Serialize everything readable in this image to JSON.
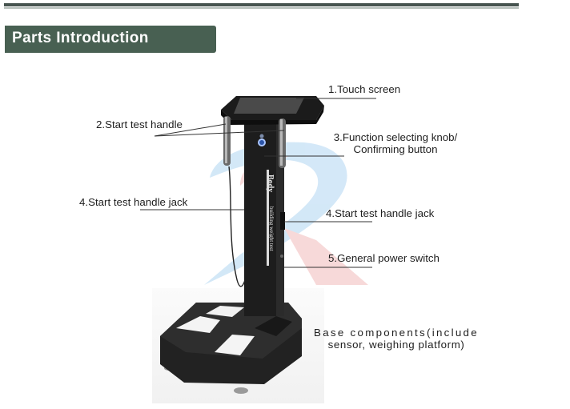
{
  "header": {
    "title": "Parts Introduction"
  },
  "product": {
    "column_brand": "Body",
    "column_subtitle": "building weight test"
  },
  "labels": [
    {
      "id": "touch-screen",
      "text": "1.Touch screen"
    },
    {
      "id": "start-test-handle",
      "text": "2.Start test handle"
    },
    {
      "id": "function-knob",
      "line1": "3.Function selecting knob/",
      "line2": "Confirming button"
    },
    {
      "id": "handle-jack-left",
      "text": "4.Start test handle jack"
    },
    {
      "id": "handle-jack-right",
      "text": "4.Start test handle jack"
    },
    {
      "id": "power-switch",
      "text": "5.General power switch"
    },
    {
      "id": "base-components",
      "line1": "Base components(include",
      "line2": "sensor, weighing platform)"
    }
  ],
  "colors": {
    "header_bg": "#486052",
    "rule_dark": "#46534f",
    "rule_light": "#b6bfbb",
    "watermark_blue": "#cfe6f7",
    "watermark_red": "#f7d5d5",
    "device_body": "#1f1f1f"
  }
}
